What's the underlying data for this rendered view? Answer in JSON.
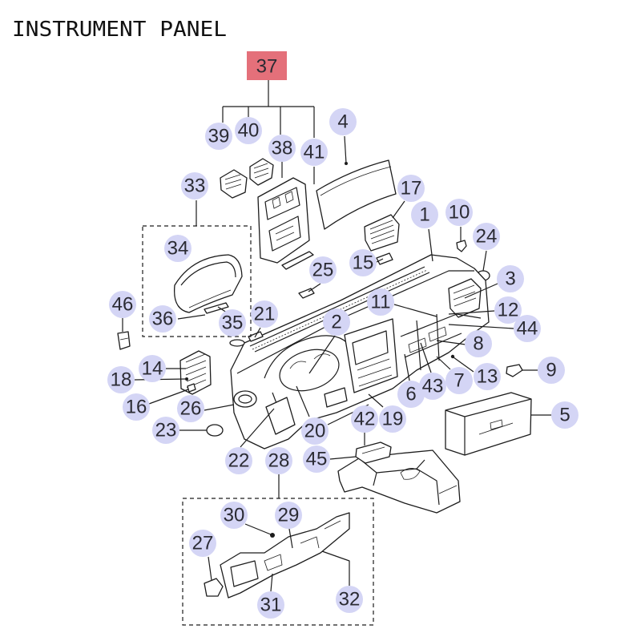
{
  "title": "INSTRUMENT PANEL",
  "callouts": [
    "1",
    "2",
    "3",
    "4",
    "5",
    "6",
    "7",
    "8",
    "9",
    "10",
    "11",
    "12",
    "13",
    "14",
    "15",
    "16",
    "17",
    "18",
    "19",
    "20",
    "21",
    "22",
    "23",
    "24",
    "25",
    "26",
    "27",
    "28",
    "29",
    "30",
    "31",
    "32",
    "33",
    "34",
    "35",
    "36",
    "37",
    "38",
    "39",
    "40",
    "41",
    "42",
    "43",
    "44",
    "45",
    "46"
  ],
  "colors": {
    "callout_fill": "#d4d5f5",
    "highlight_fill": "#e4707a",
    "line": "#1c1c1c",
    "text": "#2b2b33"
  }
}
